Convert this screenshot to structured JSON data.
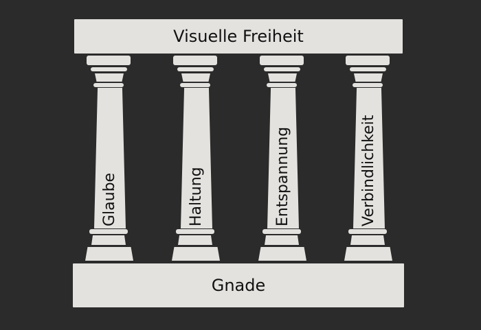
{
  "diagram": {
    "title": "Visuelle Freiheit",
    "foundation": "Gnade",
    "pillars": [
      {
        "label": "Glaube"
      },
      {
        "label": "Haltung"
      },
      {
        "label": "Entspannung"
      },
      {
        "label": "Verbindlichkeit"
      }
    ],
    "colors": {
      "background": "#2b2b2b",
      "stone": "#e3e2df",
      "text": "#111111"
    }
  }
}
